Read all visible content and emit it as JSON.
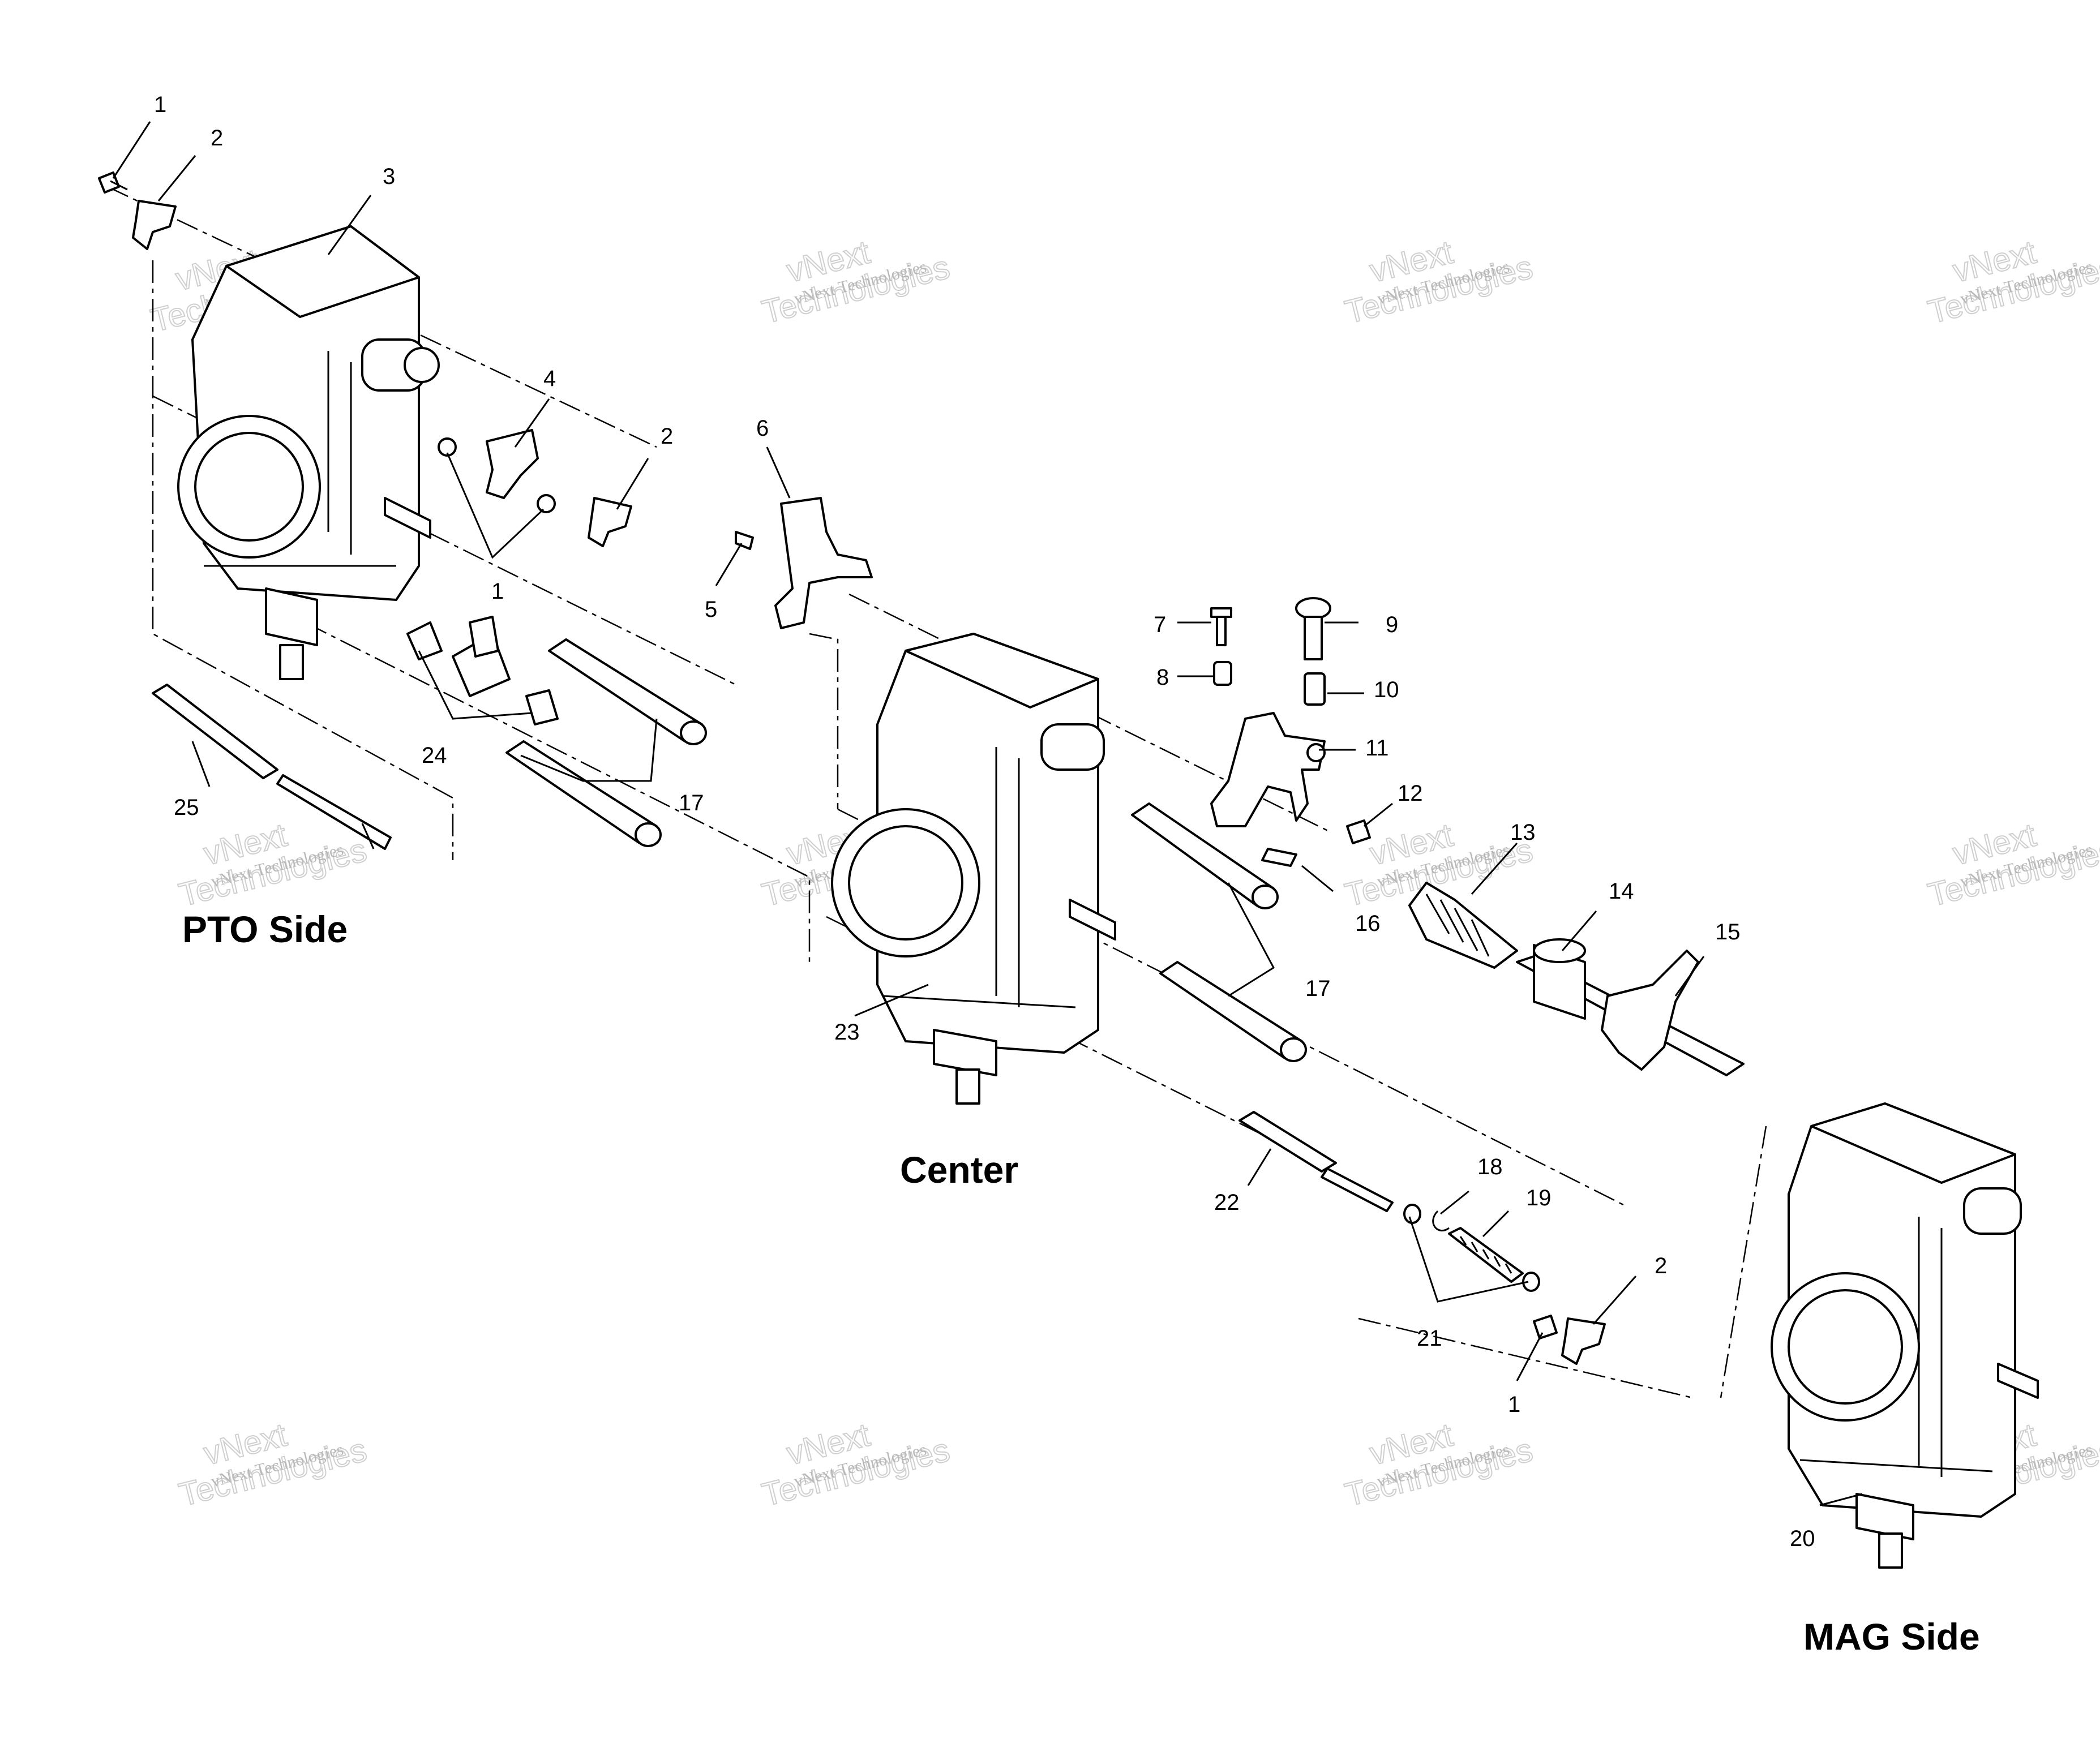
{
  "sections": {
    "pto": "PTO Side",
    "center": "Center",
    "mag": "MAG Side"
  },
  "watermark": {
    "line1": "vNext Technologies",
    "line2": "vNext",
    "line3": "Technologies"
  },
  "callouts": {
    "pto_1_top": "1",
    "pto_2_top": "2",
    "pto_3": "3",
    "pto_4": "4",
    "pto_2_mid": "2",
    "pto_1_mid": "1",
    "pto_24": "24",
    "pto_25": "25",
    "pto_17": "17",
    "c_6": "6",
    "c_5": "5",
    "c_7": "7",
    "c_8": "8",
    "c_9": "9",
    "c_10": "10",
    "c_11": "11",
    "c_12": "12",
    "c_13": "13",
    "c_14": "14",
    "c_15": "15",
    "c_16": "16",
    "c_17": "17",
    "c_23": "23",
    "m_18": "18",
    "m_19": "19",
    "m_22": "22",
    "m_21": "21",
    "m_2": "2",
    "m_1": "1",
    "m_20": "20"
  }
}
